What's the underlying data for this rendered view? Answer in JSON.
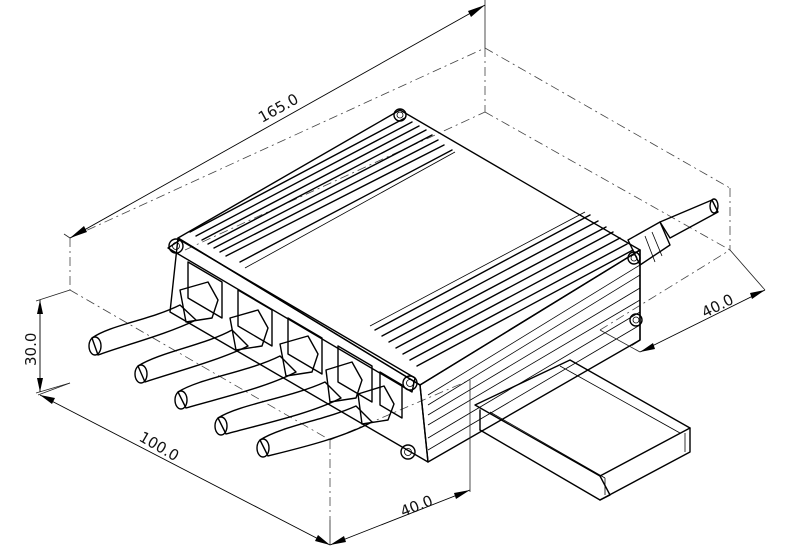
{
  "dimensions": {
    "length": "165.0",
    "depth": "100.0",
    "height": "30.0",
    "rail_offset": "40.0",
    "front_offset": "40.0"
  }
}
